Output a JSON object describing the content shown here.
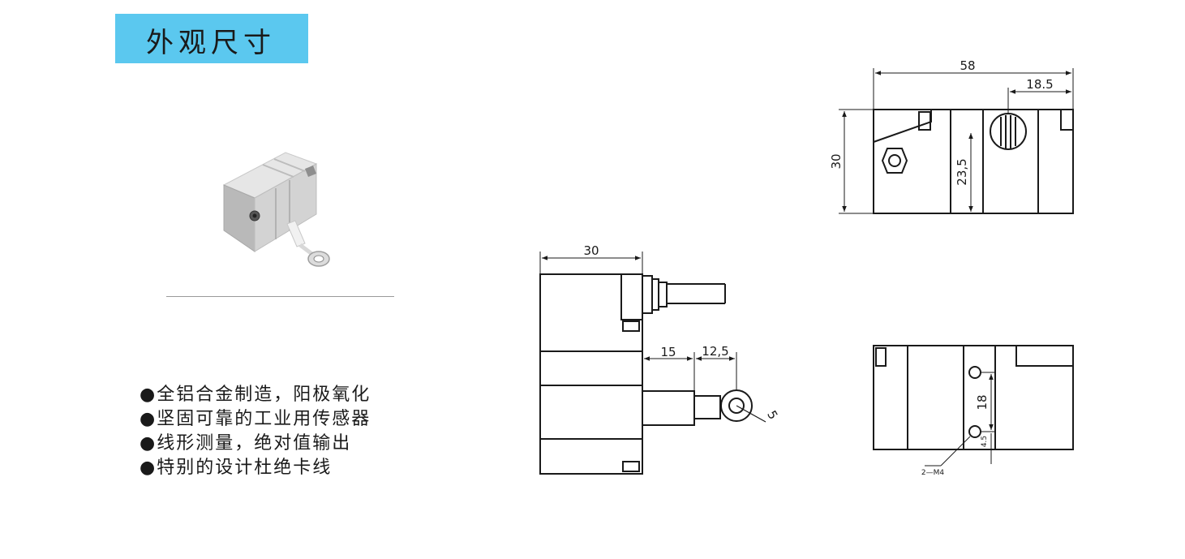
{
  "header": {
    "title": "外观尺寸"
  },
  "photo": {
    "icon": "linear-sensor-product-icon"
  },
  "features": [
    "●全铝合金制造，阳极氧化",
    "●坚固可靠的工业用传感器",
    "●线形测量，绝对值输出",
    "●特别的设计杜绝卡线"
  ],
  "side_view": {
    "width_label": "30",
    "offset_label": "15",
    "eye_label": "12,5",
    "hole_label": "5"
  },
  "top_view": {
    "length_label": "58",
    "right_label": "18.5",
    "height_label": "30",
    "center_label": "23,5"
  },
  "bottom_view": {
    "spacing_label": "18",
    "edge_label": "4.5",
    "holes_label": "2—M4"
  }
}
